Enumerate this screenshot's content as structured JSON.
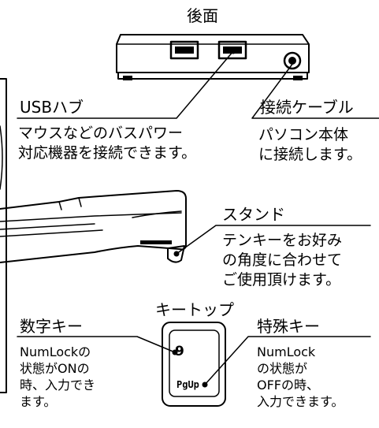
{
  "rear": {
    "title": "後面",
    "usb_hub": {
      "title": "USBハブ",
      "desc": "マウスなどのバスパワー\n対応機器を接続できます。"
    },
    "cable": {
      "title": "接続ケーブル",
      "desc": "パソコン本体\nに接続します。"
    }
  },
  "stand": {
    "title": "スタンド",
    "desc": "テンキーをお好み\nの角度に合わせて\nご使用頂けます。"
  },
  "keytop": {
    "title": "キートップ",
    "key_top_legend": "9",
    "key_bottom_legend": "PgUp",
    "numeric": {
      "title": "数字キー",
      "desc": "NumLockの\n状態がONの\n時、入力でき\nます。"
    },
    "special": {
      "title": "特殊キー",
      "desc": "NumLock\nの状態が\nOFFの時、\n入力できます。"
    }
  }
}
